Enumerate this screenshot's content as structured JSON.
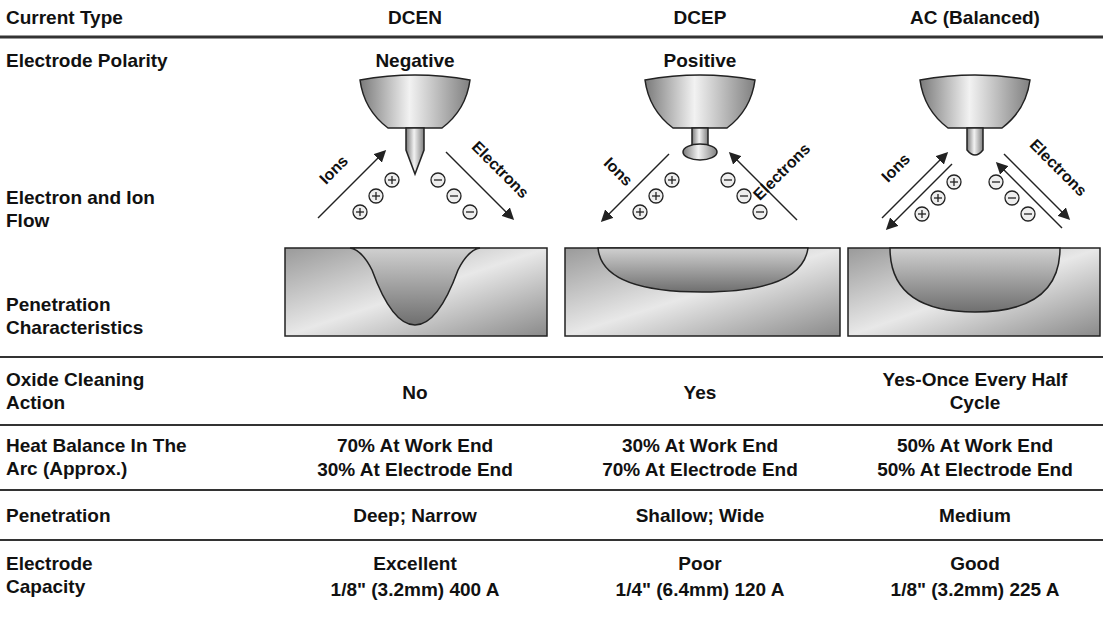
{
  "diagram": {
    "labels": [
      "Current Type",
      "DCEN",
      "DCEP",
      "AC (Balanced)",
      "Electrode Polarity",
      "Negative",
      "Positive",
      "Electron and Ion Flow",
      "Ions",
      "Electrons",
      "Ions",
      "Electrons",
      "Ions",
      "Electrons",
      "Penetration Characteristics",
      "Oxide Cleaning Action",
      "No",
      "Yes",
      "Yes-Once Every Half Cycle",
      "Heat Balance In The Arc (Approx.)",
      "70% At Work End",
      "30% At Electrode End",
      "30% At Work End",
      "70% At Electrode End",
      "50% At Work End",
      "50% At Electrode End",
      "Penetration",
      "Deep; Narrow",
      "Shallow; Wide",
      "Medium",
      "Electrode Capacity",
      "Excellent",
      "1/8\" (3.2mm) 400 A",
      "Poor",
      "1/4\" (6.4mm) 120 A",
      "Good",
      "1/8\" (3.2mm) 225 A"
    ]
  }
}
